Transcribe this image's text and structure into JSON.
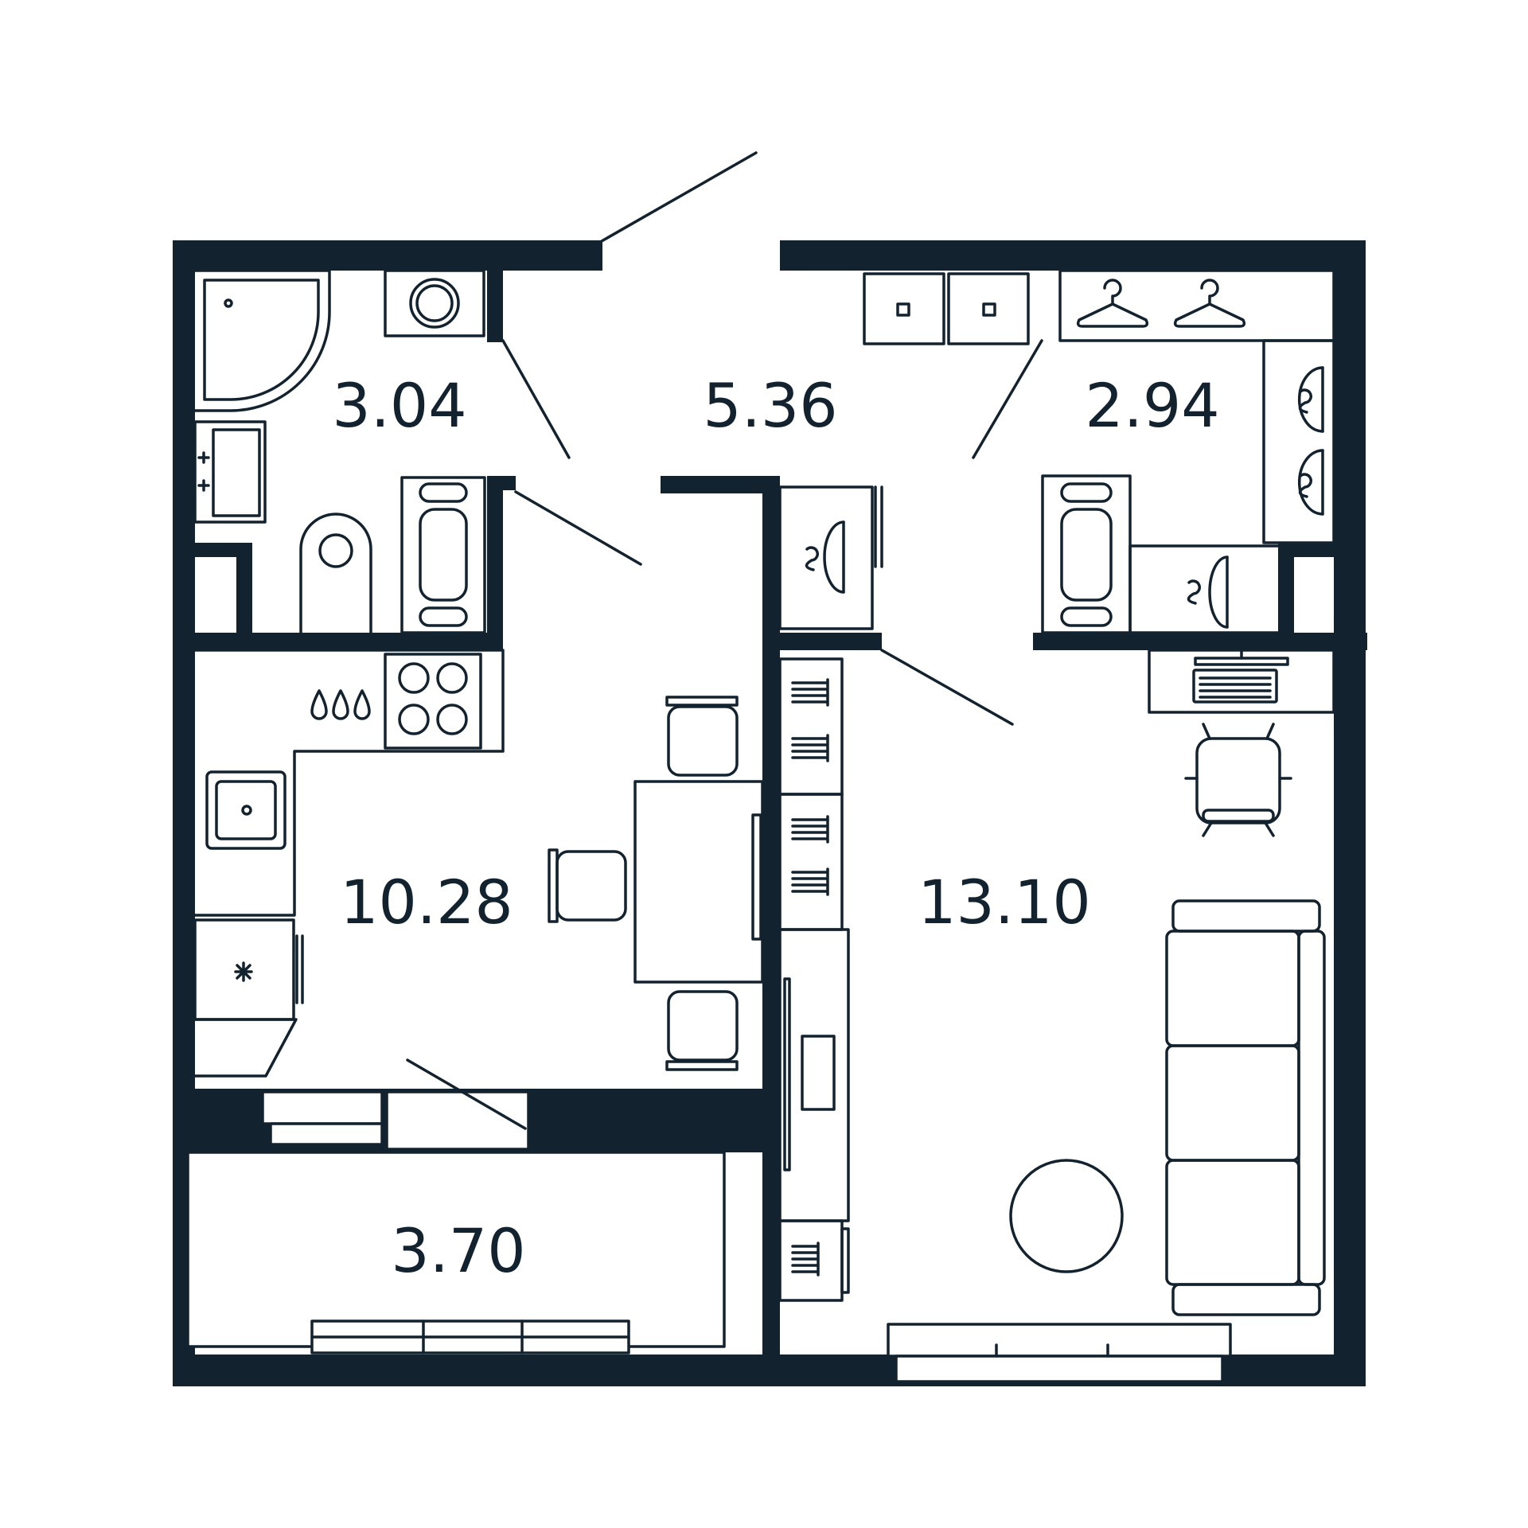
{
  "rooms": [
    {
      "id": "bathroom",
      "area": "3.04"
    },
    {
      "id": "hallway",
      "area": "5.36"
    },
    {
      "id": "wardrobe",
      "area": "2.94"
    },
    {
      "id": "kitchen",
      "area": "10.28"
    },
    {
      "id": "living-room",
      "area": "13.10"
    },
    {
      "id": "balcony",
      "area": "3.70"
    }
  ],
  "colors": {
    "wall": "#13222f",
    "background": "#ffffff"
  }
}
